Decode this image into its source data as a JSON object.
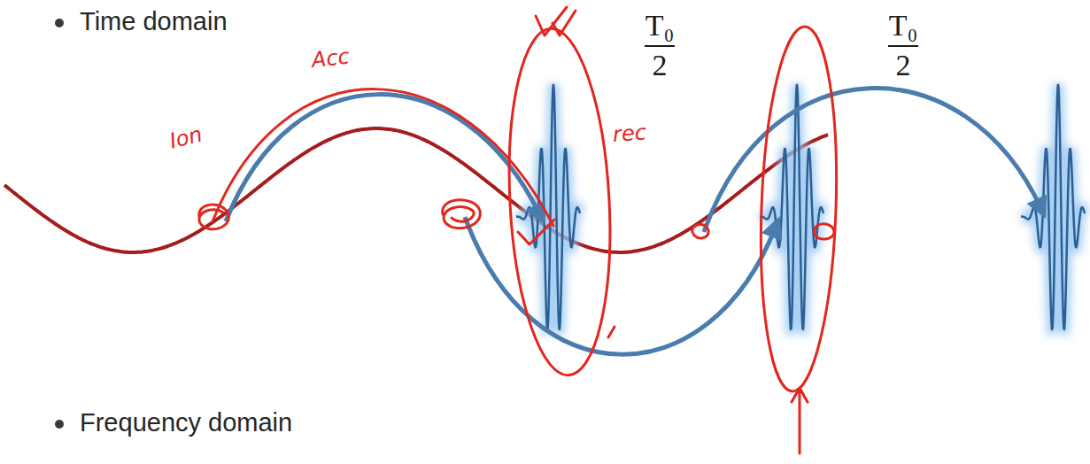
{
  "diagram": {
    "labels": [
      "Time domain",
      "T₀",
      "2",
      "T₀",
      "2",
      "Ion",
      "Acc",
      "rec",
      "Frequency domain"
    ]
  }
}
